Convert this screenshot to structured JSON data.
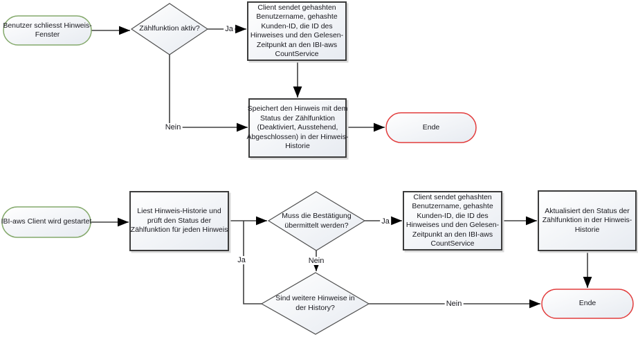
{
  "diagram": {
    "flow_top": {
      "start": "Benutzer schliesst Hinweis-\nFenster",
      "decision_active": "Zählfunktion aktiv?",
      "process_send": "Client sendet gehashten\nBenutzername, gehashte\nKunden-ID, die ID des\nHinweises und den Gelesen-\nZeitpunkt an den IBI-aws\nCountService",
      "process_store": "Speichert den Hinweis mit dem\nStatus der Zählfunktion\n(Deaktiviert, Ausstehend,\nAbgeschlossen) in der Hinweis-\nHistorie",
      "end": "Ende",
      "label_ja": "Ja",
      "label_nein": "Nein"
    },
    "flow_bottom": {
      "start": "IBI-aws Client wird gestartet",
      "process_read": "Liest Hinweis-Historie und\nprüft den Status der\nZählfunktion für jeden Hinweis",
      "decision_confirm": "Muss die Bestätigung\nübermittelt werden?",
      "process_send": "Client sendet gehashten\nBenutzername, gehashte\nKunden-ID, die ID des\nHinweises und den Gelesen-\nZeitpunkt an den IBI-aws\nCountService",
      "process_update": "Aktualisiert den Status der\nZählfunktion in der Hinweis-\nHistorie",
      "decision_more": "Sind weitere Hinweise in\nder History?",
      "end": "Ende",
      "label_ja": "Ja",
      "label_nein": "Nein"
    },
    "colors": {
      "start_border": "#84a96b",
      "end_border": "#e23c3c",
      "process_border": "#3b3b3b",
      "decision_border": "#4f4f4f",
      "connector": "#3f3f3f",
      "shape_fill_top": "#ffffff",
      "shape_fill_bottom": "#e7ebf1"
    }
  }
}
